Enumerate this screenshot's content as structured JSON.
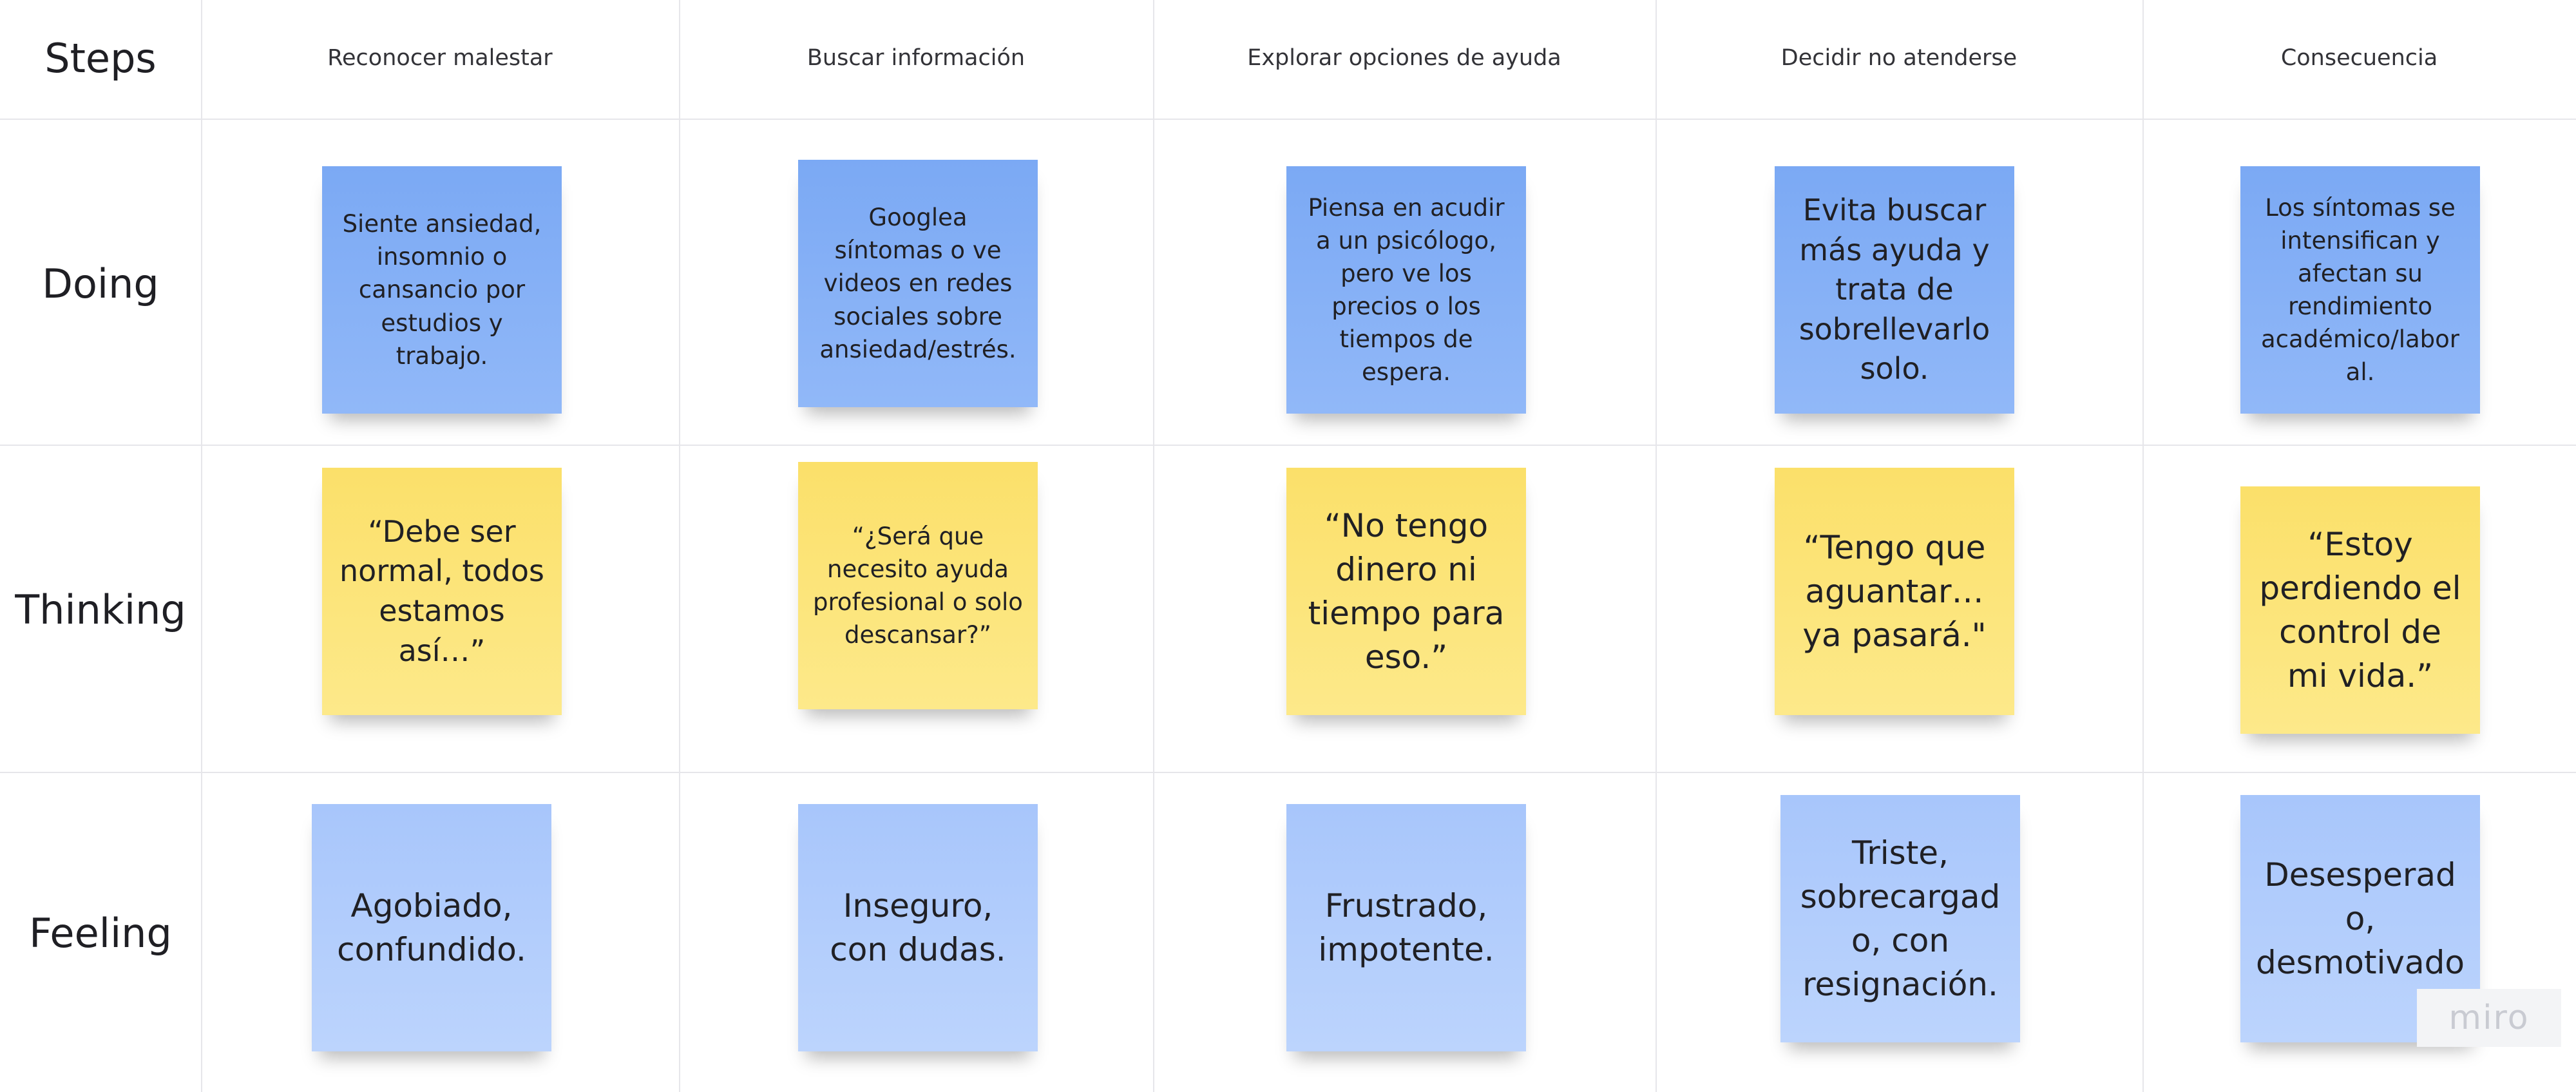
{
  "board": {
    "watermark": "miro"
  },
  "rows": {
    "steps": "Steps",
    "doing": "Doing",
    "thinking": "Thinking",
    "feeling": "Feeling"
  },
  "columns": [
    {
      "step": "Reconocer malestar",
      "doing": "Siente ansiedad, insomnio o cansancio por estudios y trabajo.",
      "thinking": "“Debe ser normal, todos estamos así…”",
      "feeling": "Agobiado, confundido."
    },
    {
      "step": "Buscar información",
      "doing": "Googlea síntomas o ve videos en redes sociales sobre ansiedad/estrés.",
      "thinking": "“¿Será que necesito ayuda profesional o solo descansar?”",
      "feeling": "Inseguro, con dudas."
    },
    {
      "step": "Explorar opciones de ayuda",
      "doing": "Piensa en acudir a un psicólogo, pero ve los precios o los tiempos de espera.",
      "thinking": "“No tengo dinero ni tiempo para eso.”",
      "feeling": "Frustrado, impotente."
    },
    {
      "step": "Decidir no atenderse",
      "doing": "Evita buscar más ayuda y trata de sobrellevarlo solo.",
      "thinking": "“Tengo que aguantar… ya pasará.\"",
      "feeling": "Triste, sobrecargado, con resignación."
    },
    {
      "step": "Consecuencia",
      "doing": "Los síntomas se intensifican y afectan su rendimiento académico/laboral.",
      "thinking": "“Estoy perdiendo el control de mi vida.”",
      "feeling": "Desesperado, desmotivado"
    }
  ],
  "colors": {
    "doing_sticky": "#86b0f6",
    "thinking_sticky": "#fce37a",
    "feeling_sticky": "#b1cdfc",
    "grid_line": "#e6e6ea"
  }
}
